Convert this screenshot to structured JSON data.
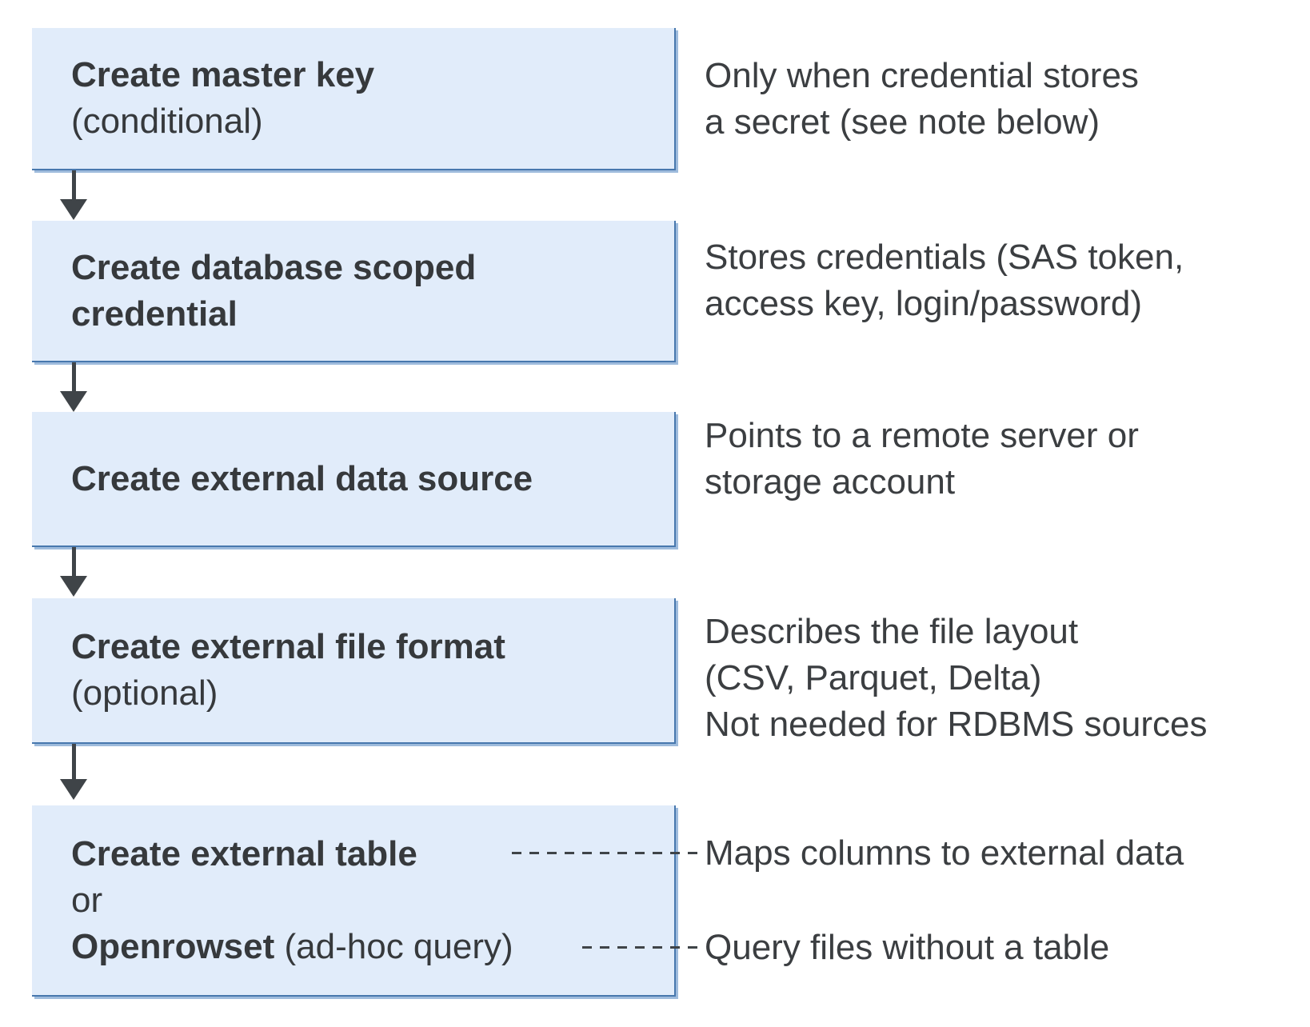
{
  "colors": {
    "box_fill": "#E1ECFA",
    "box_border": "#4878AE",
    "box_border_highlight": "#9EBBDC",
    "text_dark": "#36393C",
    "arrow_and_dash": "#3F4448"
  },
  "flow": {
    "steps": [
      {
        "title": "Create master key",
        "subtitle": "(conditional)",
        "note": {
          "line1": "Only when credential stores",
          "line2": "a secret (see note below)"
        }
      },
      {
        "title_line1": "Create database scoped",
        "title_line2": "credential",
        "note": {
          "line1": "Stores credentials (SAS token,",
          "line2": "access key, login/password)"
        }
      },
      {
        "title": "Create external data source",
        "note": {
          "line1": "Points to a remote server or",
          "line2": "storage account"
        }
      },
      {
        "title": "Create external file format",
        "subtitle": "(optional)",
        "note": {
          "line1": "Describes the file layout",
          "line2": "(CSV, Parquet, Delta)",
          "line3": "Not needed for RDBMS sources"
        }
      },
      {
        "title": "Create external table",
        "or_word": "or",
        "alt_title_bold": "Openrowset",
        "alt_title_rest": " (ad-hoc query)",
        "note_table": "Maps columns to external data",
        "note_openrowset": "Query files without a table"
      }
    ]
  }
}
